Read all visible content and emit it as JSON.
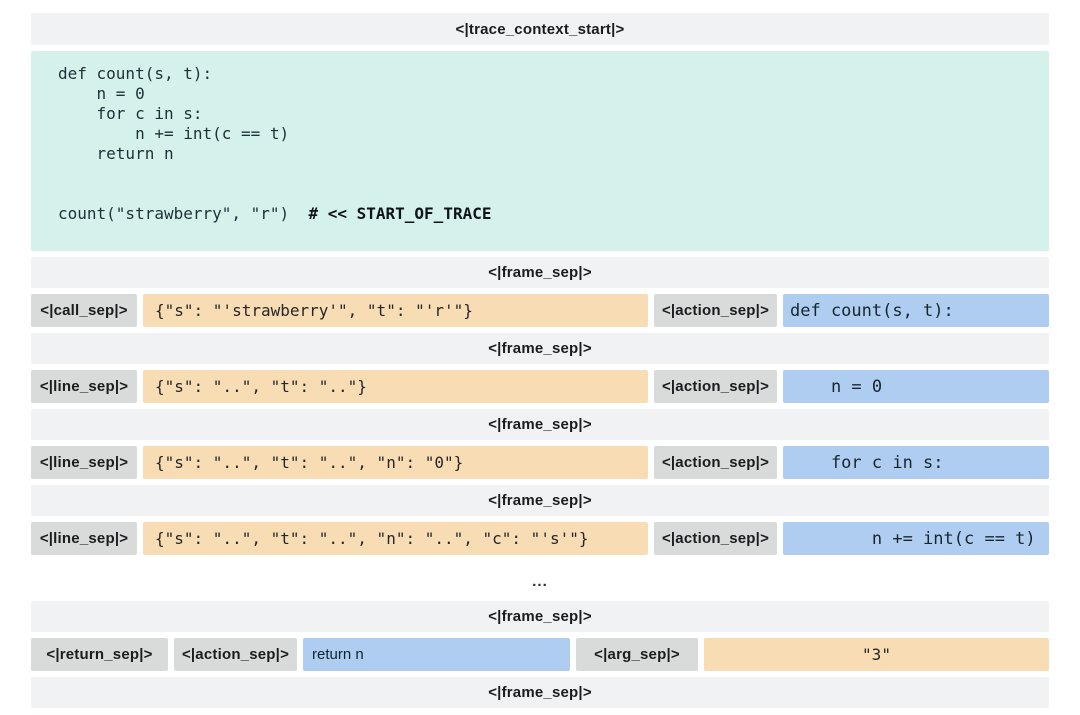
{
  "palette": {
    "bar_bg": "#f1f2f4",
    "code_bg": "#d5f1eb",
    "token_chip_bg": "#d9dbdb",
    "state_bg": "#f8ddb4",
    "action_bg": "#aecdf1",
    "text_dark": "#1b1c1e"
  },
  "tokens": {
    "trace_context_start": "<|trace_context_start|>",
    "frame_sep": "<|frame_sep|>",
    "call_sep": "<|call_sep|>",
    "line_sep": "<|line_sep|>",
    "action_sep": "<|action_sep|>",
    "return_sep": "<|return_sep|>",
    "arg_sep": "<|arg_sep|>"
  },
  "code": {
    "l1": "def count(s, t):",
    "l2": "    n = 0",
    "l3": "    for c in s:",
    "l4": "        n += int(c == t)",
    "l5": "    return n",
    "call": "count(\"strawberry\", \"r\")  ",
    "comment": "# << START_OF_TRACE"
  },
  "frames": [
    {
      "sep_label": "<|call_sep|>",
      "state": "{\"s\": \"'strawberry'\", \"t\": \"'r'\"}",
      "action": "def count(s, t):"
    },
    {
      "sep_label": "<|line_sep|>",
      "state": "{\"s\": \"..\", \"t\": \"..\"}",
      "action": "    n = 0"
    },
    {
      "sep_label": "<|line_sep|>",
      "state": "{\"s\": \"..\", \"t\": \"..\", \"n\": \"0\"}",
      "action": "    for c in s:"
    },
    {
      "sep_label": "<|line_sep|>",
      "state": "{\"s\": \"..\", \"t\": \"..\", \"n\": \"..\", \"c\": \"'s'\"}",
      "action": "        n += int(c == t)"
    }
  ],
  "ellipsis": "...",
  "return_frame": {
    "action": "return n",
    "value": "\"3\""
  }
}
